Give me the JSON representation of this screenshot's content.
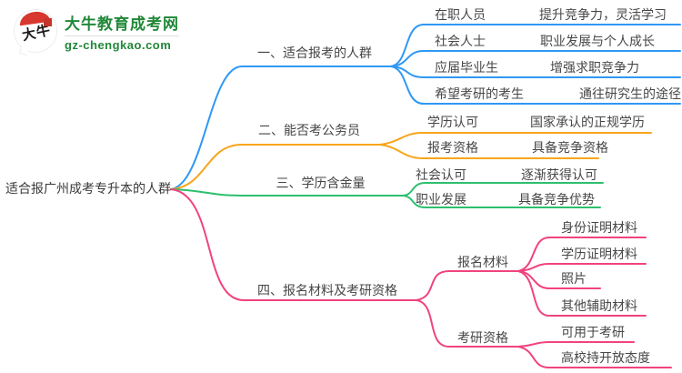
{
  "logo": {
    "icon_text": "大牛",
    "site_name": "大牛教育成考网",
    "site_url": "gz-chengkao.com",
    "brand_green": "#218838",
    "brand_red": "#d7372f"
  },
  "root": {
    "label": "适合报广州成考专升本的人群"
  },
  "branches": [
    {
      "label": "一、适合报考的人群",
      "color": "#2f98f5",
      "children": [
        {
          "label": "在职人员",
          "detail": "提升竞争力，灵活学习"
        },
        {
          "label": "社会人士",
          "detail": "职业发展与个人成长"
        },
        {
          "label": "应届毕业生",
          "detail": "增强求职竞争力"
        },
        {
          "label": "希望考研的考生",
          "detail": "通往研究生的途径"
        }
      ]
    },
    {
      "label": "二、能否考公务员",
      "color": "#f9a41b",
      "children": [
        {
          "label": "学历认可",
          "detail": "国家承认的正规学历"
        },
        {
          "label": "报考资格",
          "detail": "具备竞争资格"
        }
      ]
    },
    {
      "label": "三、学历含金量",
      "color": "#2dbf6e",
      "children": [
        {
          "label": "社会认可",
          "detail": "逐渐获得认可"
        },
        {
          "label": "职业发展",
          "detail": "具备竞争优势"
        }
      ]
    },
    {
      "label": "四、报名材料及考研资格",
      "color": "#f1437e",
      "children": [
        {
          "label": "报名材料",
          "items": [
            "身份证明材料",
            "学历证明材料",
            "照片",
            "其他辅助材料"
          ]
        },
        {
          "label": "考研资格",
          "items": [
            "可用于考研",
            "高校持开放态度"
          ]
        }
      ]
    }
  ]
}
